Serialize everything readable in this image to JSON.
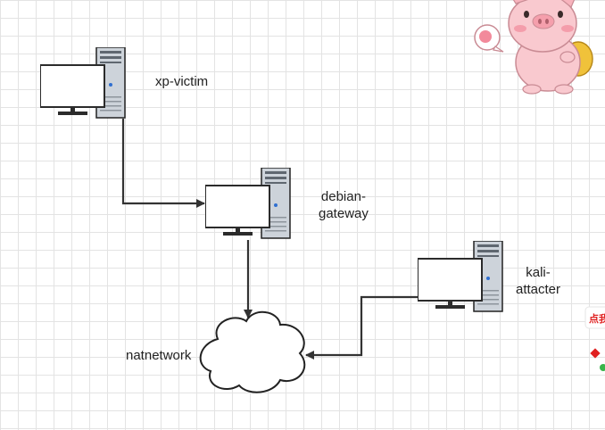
{
  "diagram": {
    "nodes": {
      "xp_victim": {
        "label": "xp-victim",
        "icon": "desktop-computer-icon"
      },
      "debian_gateway": {
        "label": "debian-\ngateway",
        "icon": "desktop-computer-icon"
      },
      "kali_attacter": {
        "label": "kali-\nattacter",
        "icon": "desktop-computer-icon"
      },
      "natnetwork": {
        "label": "natnetwork",
        "icon": "cloud-icon"
      }
    },
    "edges": [
      {
        "from": "xp-victim",
        "to": "debian-gateway"
      },
      {
        "from": "debian-gateway",
        "to": "natnetwork"
      },
      {
        "from": "kali-attacter",
        "to": "natnetwork"
      }
    ]
  },
  "decorations": {
    "mascot": "pink-pig-sticker",
    "side_tab_text": "点我"
  },
  "colors": {
    "grid": "#e3e3e3",
    "edge": "#333333",
    "tower": "#cdd3da",
    "pig": "#f9c9cf"
  }
}
